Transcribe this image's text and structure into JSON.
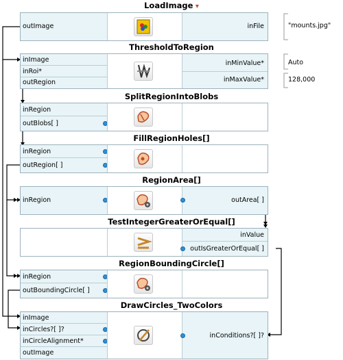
{
  "blocks": {
    "loadimage": {
      "title": "LoadImage",
      "out_image": "outImage",
      "in_file": "inFile",
      "in_file_value": "\"mounts.jpg\""
    },
    "threshold": {
      "title": "ThresholdToRegion",
      "in_image": "inImage",
      "in_roi": "inRoi*",
      "out_region": "outRegion",
      "in_min": "inMinValue*",
      "in_max": "inMaxValue*",
      "in_min_value": "Auto",
      "in_max_value": "128,000"
    },
    "split": {
      "title": "SplitRegionIntoBlobs",
      "in_region": "inRegion",
      "out_blobs": "outBlobs[ ]"
    },
    "fill": {
      "title": "FillRegionHoles[]",
      "in_region": "inRegion",
      "out_region": "outRegion[ ]"
    },
    "area": {
      "title": "RegionArea[]",
      "in_region": "inRegion",
      "out_area": "outArea[ ]"
    },
    "test": {
      "title": "TestIntegerGreaterOrEqual[]",
      "in_value": "inValue",
      "out_is": "outIsGreaterOrEqual[ ]"
    },
    "bbox": {
      "title": "RegionBoundingCircle[]",
      "in_region": "inRegion",
      "out_circle": "outBoundingCircle[ ]"
    },
    "draw": {
      "title": "DrawCircles_TwoColors",
      "in_image": "inImage",
      "in_circles": "inCircles?[ ]?",
      "in_align": "inCircleAlignment*",
      "out_image": "outImage",
      "in_cond": "inConditions?[ ]?"
    }
  },
  "colors": {
    "wire": "#000000",
    "port_panel": "#e8f4f7",
    "dot": "#2f8fd3",
    "border": "#9cb1bc"
  },
  "icons": [
    "image-file-icon",
    "threshold-icon",
    "split-blobs-icon",
    "fill-holes-icon",
    "region-area-icon",
    "test-compare-icon",
    "bounding-circle-icon",
    "draw-circles-icon"
  ]
}
